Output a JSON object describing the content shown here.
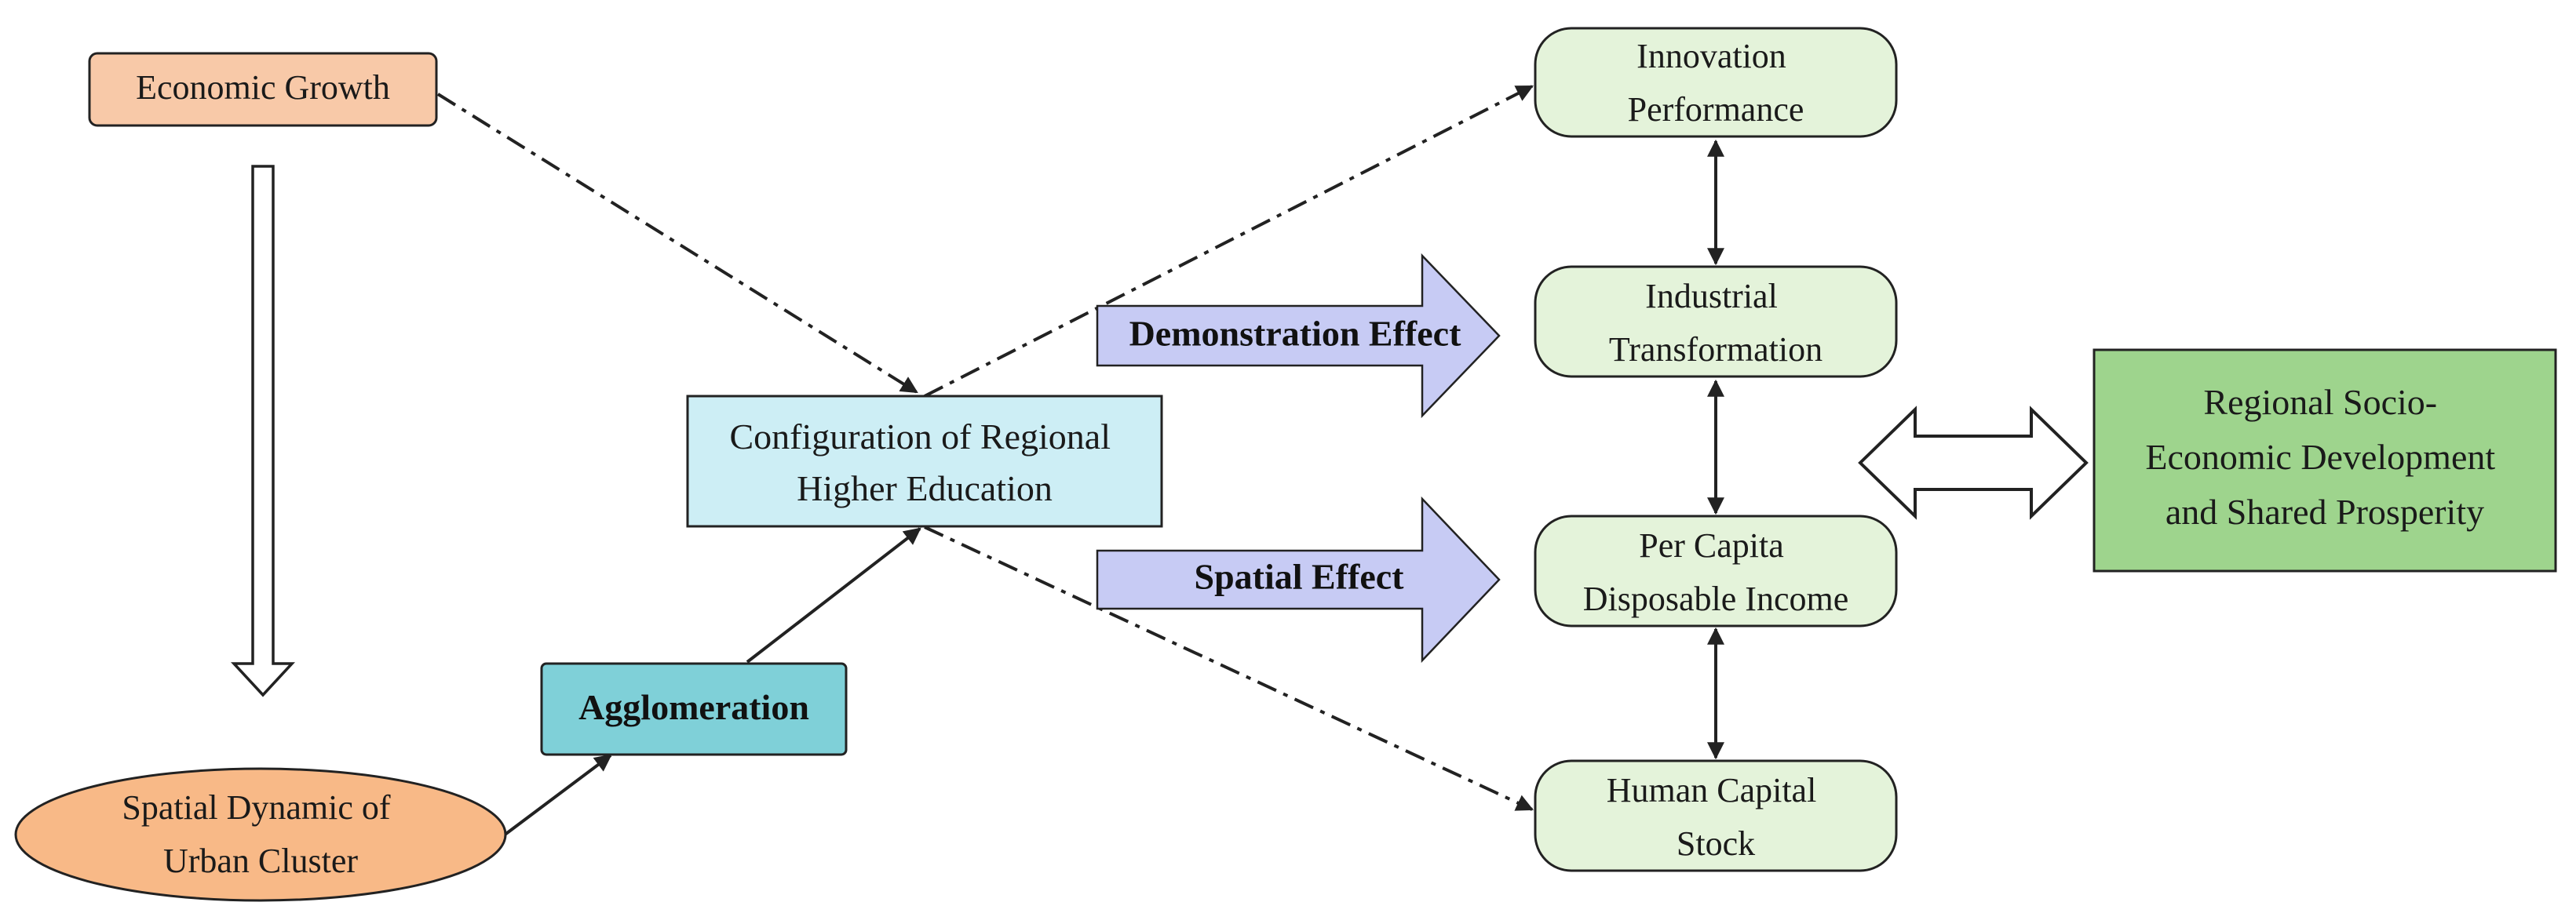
{
  "colors": {
    "economic_growth_fill": "#f8c9a8",
    "urban_cluster_fill": "#f8b987",
    "agglomeration_fill": "#7fd0d8",
    "configuration_fill": "#cdeef5",
    "effect_arrow_fill": "#c7cbf4",
    "outcome_fill": "#e4f3da",
    "prosperity_fill": "#9ed48d",
    "stroke": "#222222"
  },
  "nodes": {
    "economic_growth": {
      "lines": [
        "Economic Growth"
      ]
    },
    "urban_cluster": {
      "lines": [
        "Spatial Dynamic of",
        "Urban Cluster"
      ]
    },
    "agglomeration": {
      "lines": [
        "Agglomeration"
      ]
    },
    "configuration": {
      "lines": [
        "Configuration of Regional",
        "Higher Education"
      ]
    },
    "innovation": {
      "lines": [
        "Innovation",
        "Performance"
      ]
    },
    "industrial": {
      "lines": [
        "Industrial",
        "Transformation"
      ]
    },
    "income": {
      "lines": [
        "Per Capita",
        "Disposable Income"
      ]
    },
    "human_capital": {
      "lines": [
        "Human Capital",
        "Stock"
      ]
    },
    "prosperity": {
      "lines": [
        "Regional Socio-",
        "Economic Development",
        "and Shared Prosperity"
      ]
    }
  },
  "effects": {
    "demonstration": "Demonstration Effect",
    "spatial": "Spatial Effect"
  },
  "icons": {
    "flow": "hollow-down-arrow",
    "bidirectional": "hollow-double-arrow"
  }
}
